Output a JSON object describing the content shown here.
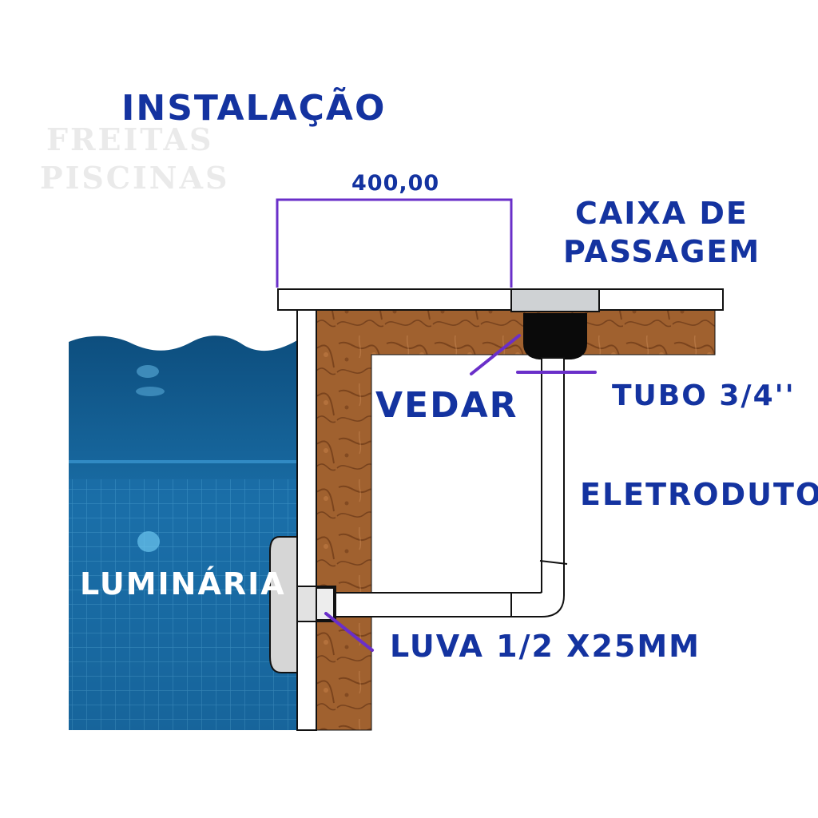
{
  "title": "INSTALAÇÃO",
  "watermark": {
    "line1": "FREITAS",
    "line2": "PISCINAS"
  },
  "labels": {
    "dimension": "400,00",
    "junction_box_line1": "CAIXA DE",
    "junction_box_line2": "PASSAGEM",
    "seal": "VEDAR",
    "pipe": "TUBO 3/4''",
    "conduit": "ELETRODUTO",
    "light_fixture": "LUMINÁRIA",
    "sleeve": "LUVA 1/2 X25MM"
  },
  "colors": {
    "label_blue": "#1433a0",
    "pointer_purple": "#6a2fc9",
    "soil": "#9a5a30",
    "water": "#0f5f95",
    "pipe_white": "#ffffff",
    "outline": "#111111"
  }
}
